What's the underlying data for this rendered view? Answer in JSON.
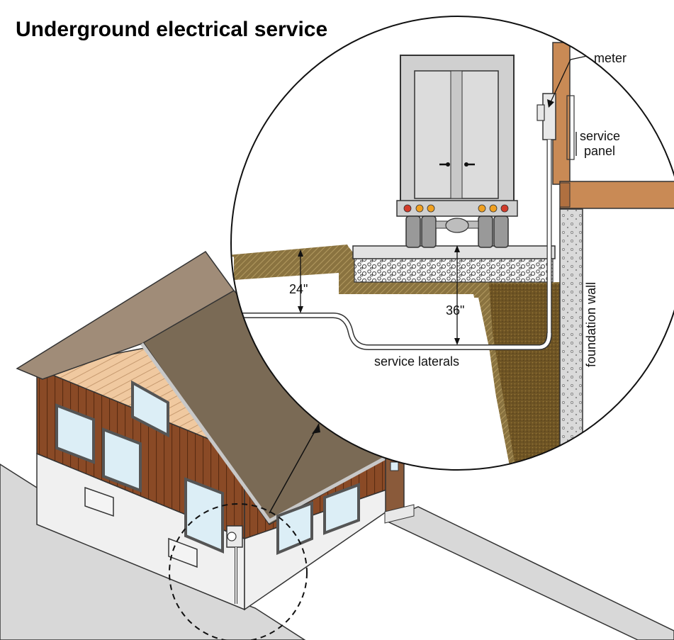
{
  "title": "Underground electrical service",
  "labels": {
    "meter": "meter",
    "service_panel_line1": "service",
    "service_panel_line2": "panel",
    "depth_yard": "24\"",
    "depth_driveway": "36\"",
    "service_laterals": "service laterals",
    "foundation_wall": "foundation wall"
  },
  "colors": {
    "siding": "#8a4a26",
    "gable_siding": "#f0c9a0",
    "roof": "#7a6a55",
    "roof_light": "#a08c78",
    "soil": "#6e5424",
    "soil_band": "#8a7340",
    "gravel": "#f4f4f4",
    "concrete": "#d9d9d9",
    "wood": "#c98a55",
    "truck": "#d0d0d0",
    "glass": "#dceef6",
    "ground": "#d8d8d8"
  }
}
